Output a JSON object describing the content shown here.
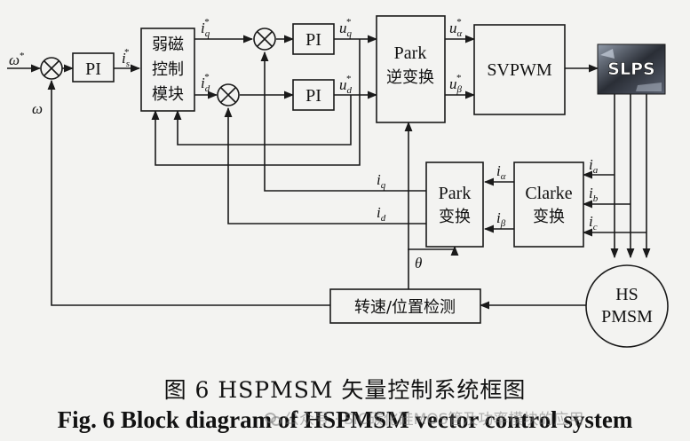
{
  "blocks": {
    "pi_speed": "PI",
    "flux_weak_1": "弱磁",
    "flux_weak_2": "控制",
    "flux_weak_3": "模块",
    "pi_q": "PI",
    "pi_d": "PI",
    "inv_park_1": "Park",
    "inv_park_2": "逆变换",
    "svpwm": "SVPWM",
    "inverter": "SLPS",
    "park_1": "Park",
    "park_2": "变换",
    "clarke_1": "Clarke",
    "clarke_2": "变换",
    "sensor": "转速/位置检测",
    "motor_1": "HS",
    "motor_2": "PMSM"
  },
  "signals": {
    "omega_ref": "ω",
    "omega_fb": "ω",
    "is_ref": "i",
    "iq_ref": "i",
    "id_ref": "i",
    "uq_ref": "u",
    "ud_ref": "u",
    "ualpha_ref": "u",
    "ubeta_ref": "u",
    "ia": "i",
    "ib": "i",
    "ic": "i",
    "ialpha": "i",
    "ibeta": "i",
    "iq_fb": "i",
    "id_fb": "i",
    "theta": "θ"
  },
  "subscripts": {
    "s": "s",
    "q": "q",
    "d": "d",
    "alpha": "α",
    "beta": "β",
    "a": "a",
    "b": "b",
    "c": "c"
  },
  "star": "*",
  "caption": {
    "cn": "图 6  HSPMSM 矢量控制系统框图",
    "en": "Fig. 6 Block diagram of HSPMSM vector control system"
  },
  "watermark": "公众号 · SiC碳化硅MOS管及功率模块的应用",
  "colors": {
    "line": "#1a1a1a",
    "background": "#f3f3f1",
    "inverter_dark": "#2a2e36",
    "inverter_light": "#8f99a8"
  }
}
